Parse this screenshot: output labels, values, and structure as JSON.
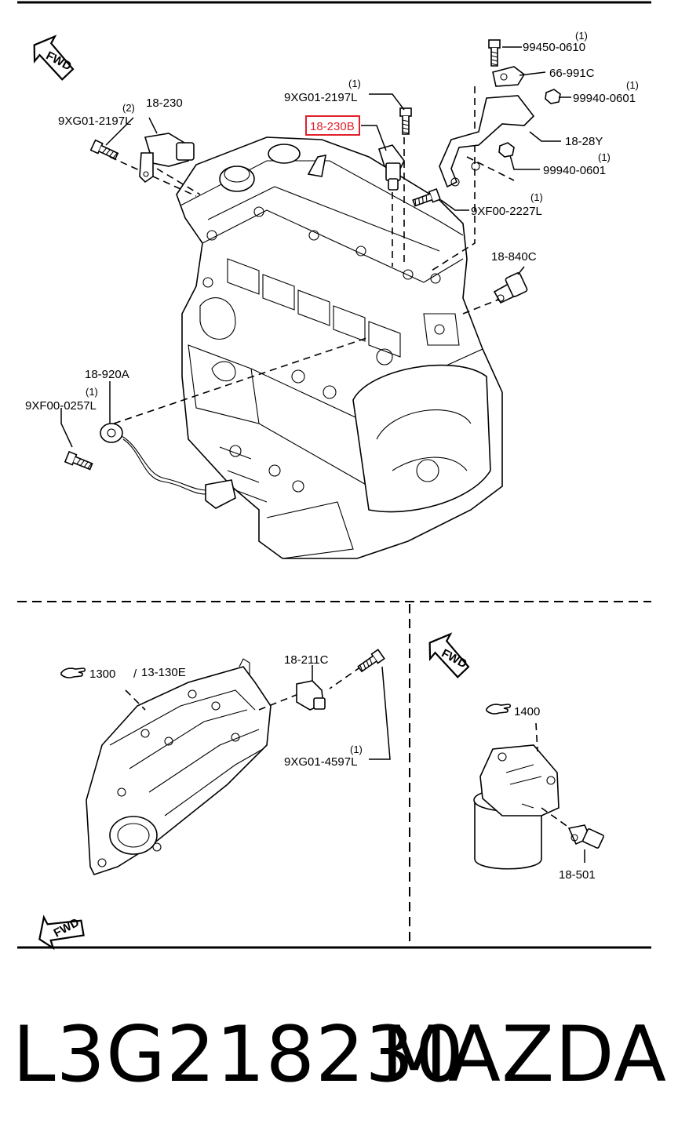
{
  "diagram": {
    "fwd_label": "FWD",
    "top_section": {
      "callouts": [
        {
          "id": "99450-0610",
          "label": "99450-0610",
          "qty": "(1)"
        },
        {
          "id": "66-991C",
          "label": "66-991C"
        },
        {
          "id": "9XG01-2197L-a",
          "label": "9XG01-2197L",
          "qty": "(1)"
        },
        {
          "id": "18-230B",
          "label": "18-230B",
          "highlighted": true
        },
        {
          "id": "99940-0601-a",
          "label": "99940-0601",
          "qty": "(1)"
        },
        {
          "id": "18-230",
          "label": "18-230"
        },
        {
          "id": "9XG01-2197L-b",
          "label": "9XG01-2197L",
          "qty": "(2)"
        },
        {
          "id": "18-28Y",
          "label": "18-28Y"
        },
        {
          "id": "99940-0601-b",
          "label": "99940-0601",
          "qty": "(1)"
        },
        {
          "id": "9XF00-2227L",
          "label": "9XF00-2227L",
          "qty": "(1)"
        },
        {
          "id": "18-840C",
          "label": "18-840C"
        },
        {
          "id": "18-920A",
          "label": "18-920A"
        },
        {
          "id": "9XF00-0257L",
          "label": "9XF00-0257L",
          "qty": "(1)"
        }
      ]
    },
    "bottom_left": {
      "ref_1300": "1300",
      "ref_slash": "/",
      "ref_13130E": "13-130E",
      "callouts": [
        {
          "id": "18-211C",
          "label": "18-211C"
        },
        {
          "id": "9XG01-4597L",
          "label": "9XG01-4597L",
          "qty": "(1)"
        }
      ]
    },
    "bottom_right": {
      "ref_1400": "1400",
      "callouts": [
        {
          "id": "18-501",
          "label": "18-501"
        }
      ]
    },
    "highlight_color": "#e0202a"
  },
  "footer": {
    "part_number": "L3G218230",
    "brand": "MAZDA"
  }
}
